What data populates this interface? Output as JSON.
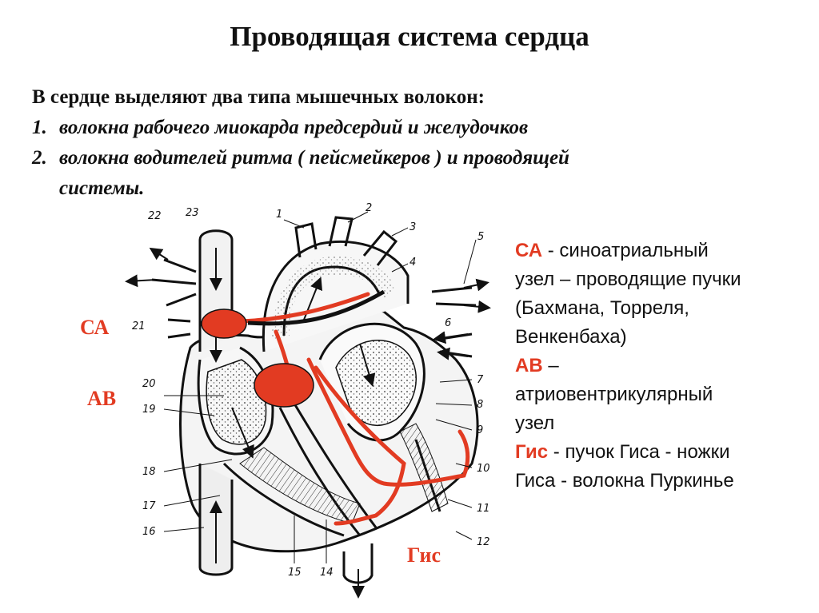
{
  "slide": {
    "title": "Проводящая система сердца",
    "intro": {
      "heading": "В сердце выделяют  два типа мышечных волокон:",
      "items": [
        {
          "num": "1.",
          "text": "волокна рабочего миокарда предсердий и желудочков"
        },
        {
          "num": "2.",
          "text": "волокна водителей ритма ( пейсмейкеров ) и проводящей",
          "continuation": "системы."
        }
      ]
    },
    "labels": {
      "sa": "СА",
      "av": "АВ",
      "his": "Гис"
    },
    "legend": {
      "sa_abbr": "СА",
      "sa_line1": " - синоатриальный",
      "sa_line2": "узел – проводящие пучки",
      "sa_line3": "(Бахмана, Торреля,",
      "sa_line4": "Венкенбаха)",
      "av_abbr": "АВ",
      "av_line1": " –",
      "av_line2": "атриовентрикулярный",
      "av_line3": "узел",
      "his_abbr": "Гис",
      "his_line1": " - пучок Гиса - ножки",
      "his_line2": "Гиса - волокна Пуркинье"
    },
    "diagram_numbers": [
      "1",
      "2",
      "3",
      "4",
      "5",
      "6",
      "7",
      "8",
      "9",
      "10",
      "11",
      "12",
      "14",
      "15",
      "16",
      "17",
      "18",
      "19",
      "20",
      "21",
      "22",
      "23"
    ],
    "colors": {
      "accent": "#e23b22",
      "ink": "#111111"
    }
  }
}
